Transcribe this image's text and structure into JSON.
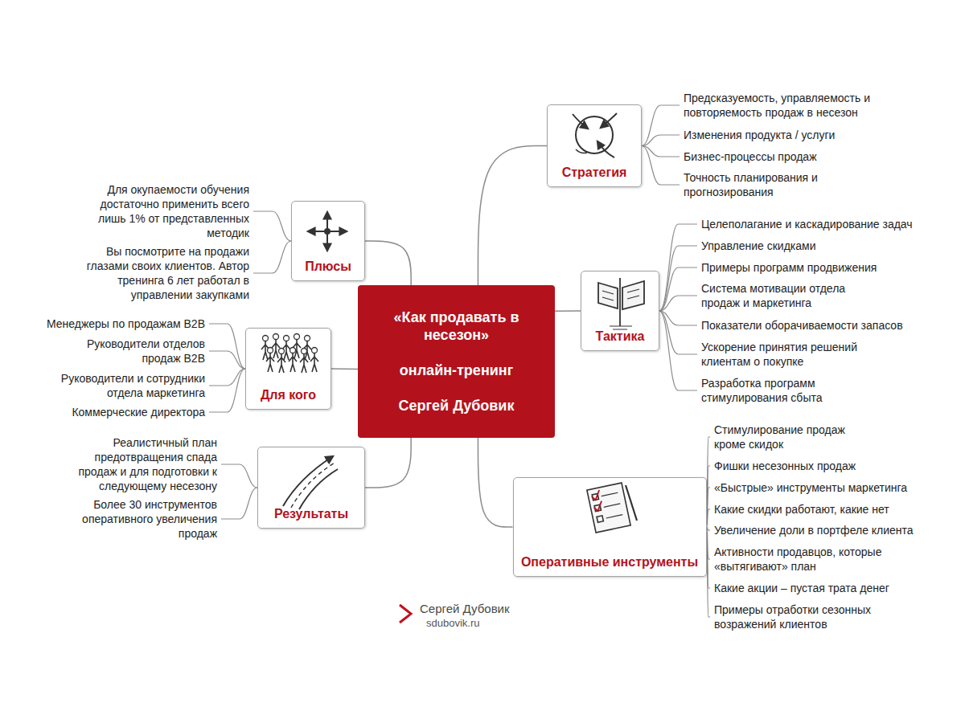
{
  "diagram": {
    "nodes": [
      {
        "text": [
          "«Как продавать в несезон»",
          "онлайн-тренинг",
          "Сергей Дубовик"
        ]
      },
      {
        "text": [
          "Стратегия"
        ]
      },
      {
        "text": [
          "Плюсы"
        ]
      },
      {
        "text": [
          "Тактика"
        ]
      },
      {
        "text": [
          "Для кого"
        ]
      },
      {
        "text": [
          "Результаты"
        ]
      },
      {
        "text": [
          "Оперативные инструменты"
        ]
      }
    ],
    "edges": [
      {
        "from": 0,
        "to": 1,
        "arrow": "none"
      },
      {
        "from": 0,
        "to": 2,
        "arrow": "none"
      },
      {
        "from": 0,
        "to": 3,
        "arrow": "none"
      },
      {
        "from": 0,
        "to": 4,
        "arrow": "none"
      },
      {
        "from": 0,
        "to": 5,
        "arrow": "none"
      },
      {
        "from": 0,
        "to": 6,
        "arrow": "none"
      }
    ],
    "labels": [
      "Предсказуемость, управляемость и повторяемость продаж в несезон",
      "Изменения продукта / услуги",
      "Бизнес-процессы продаж",
      "Точность планирования и прогнозирования",
      "Для окупаемости обучения достаточно применить всего лишь 1% от представленных методик",
      "Вы посмотрите на продажи глазами своих клиентов. Автор тренинга 6 лет работал в управлении закупками",
      "Целеполагание и каскадирование задач",
      "Управление скидками",
      "Примеры программ продвижения",
      "Система мотивации отдела продаж и маркетинга",
      "Показатели оборачиваемости запасов",
      "Ускорение принятия решений клиентам о покупке",
      "Разработка программ стимулирования сбыта",
      "Менеджеры по продажам B2B",
      "Руководители отделов продаж B2B",
      "Руководители и сотрудники отдела маркетинга",
      "Коммерческие директора",
      "Реалистичный план предотвращения спада продаж и для подготовки к следующему несезону",
      "Более 30 инструментов оперативного увеличения продаж",
      "Стимулирование продаж кроме скидок",
      "Фишки несезонных продаж",
      "«Быстрые» инструменты маркетинга",
      "Какие скидки работают, какие нет",
      "Увеличение доли в портфеле клиента",
      "Активности продавцов, которые «вытягивают» план",
      "Какие акции – пустая трата денег",
      "Примеры отработки сезонных возражений клиентов",
      "Сергей Дубовик",
      "sdubovik.ru"
    ]
  }
}
